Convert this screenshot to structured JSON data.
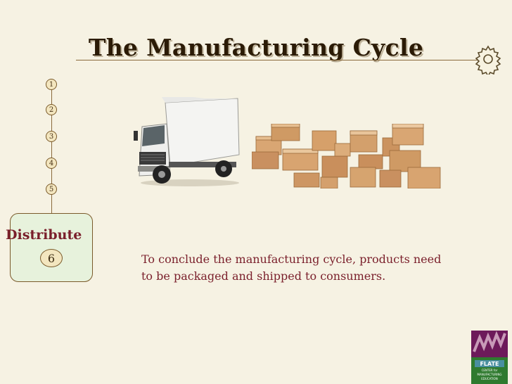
{
  "slide": {
    "title": "The Manufacturing Cycle",
    "body": "To conclude the manufacturing cycle, products need to be packaged and shipped to consumers."
  },
  "timeline": {
    "steps": [
      "1",
      "2",
      "3",
      "4",
      "5"
    ],
    "active": {
      "label": "Distribute",
      "number": "6"
    }
  },
  "images": {
    "truck": "delivery-truck",
    "boxes": "cardboard-box-piles"
  },
  "logo": {
    "lines": [
      "FLATE",
      "CENTER for",
      "MANUFACTURING",
      "EDUCATION"
    ]
  },
  "colors": {
    "background": "#f6f2e3",
    "accent": "#7a1f2b",
    "active_box": "#e7f2dc",
    "logo_purple": "#6d1a5a",
    "logo_green": "#2f7a2f"
  }
}
